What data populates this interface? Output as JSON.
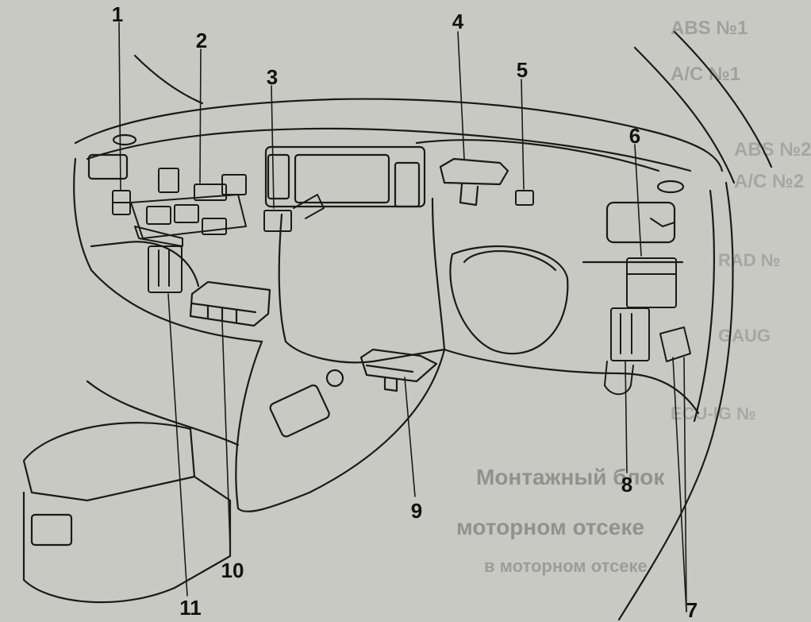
{
  "colors": {
    "paper": "#c9c9c4",
    "ink": "#1a1a1a"
  },
  "callouts": [
    "1",
    "2",
    "3",
    "4",
    "5",
    "6",
    "7",
    "8",
    "9",
    "10",
    "11"
  ],
  "background_text": [
    "ABS №1",
    "A/C №1",
    "ABS №2",
    "A/C №2",
    "RAD №",
    "GAUG",
    "ECU-IG №",
    "Монтажный блок",
    "моторном отсеке",
    "в моторном отсеке"
  ]
}
